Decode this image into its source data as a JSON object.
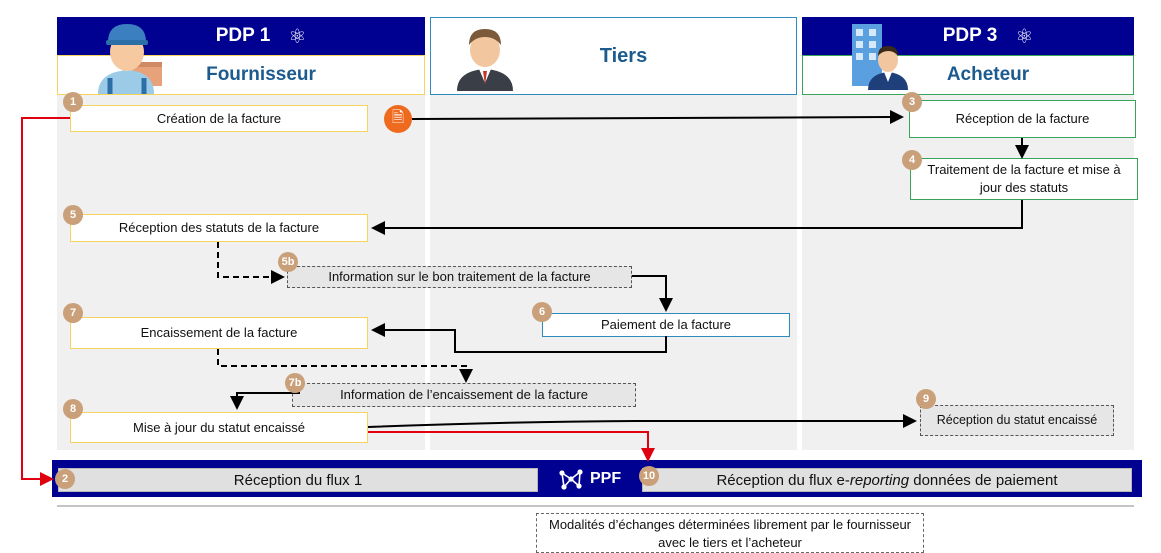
{
  "lanes": {
    "pdp1": {
      "title": "PDP 1",
      "atom": "⚛",
      "role": "Fournisseur"
    },
    "tiers": {
      "title": "Tiers"
    },
    "pdp3": {
      "title": "PDP 3",
      "atom": "⚛",
      "role": "Acheteur"
    }
  },
  "steps": {
    "s1": {
      "num": "1",
      "label": "Création de la facture"
    },
    "s3": {
      "num": "3",
      "label": "Réception de la facture"
    },
    "s4": {
      "num": "4",
      "label": "Traitement de la facture et mise à jour des statuts"
    },
    "s5": {
      "num": "5",
      "label": "Réception des statuts de la facture"
    },
    "s5b": {
      "num": "5b",
      "label": "Information sur le bon traitement de la facture"
    },
    "s6": {
      "num": "6",
      "label": "Paiement de la facture"
    },
    "s7": {
      "num": "7",
      "label": "Encaissement de la facture"
    },
    "s7b": {
      "num": "7b",
      "label": "Information de l’encaissement de la facture"
    },
    "s8": {
      "num": "8",
      "label": "Mise à jour du statut encaissé"
    },
    "s9": {
      "num": "9",
      "label": "Réception du statut encaissé"
    }
  },
  "ppf": {
    "label": "PPF",
    "s2": {
      "num": "2",
      "label": "Réception du flux 1"
    },
    "s10": {
      "num": "10",
      "label_before": "Réception du flux e-",
      "label_italic": "reporting",
      "label_after": " données de paiement"
    }
  },
  "legend": {
    "text": "Modalités d’échanges déterminées librement par le fournisseur avec le tiers et l’acheteur"
  },
  "colors": {
    "navy": "#000091",
    "red": "#e1000f",
    "orange": "#ee6a1f",
    "badge": "#c9a07a"
  }
}
